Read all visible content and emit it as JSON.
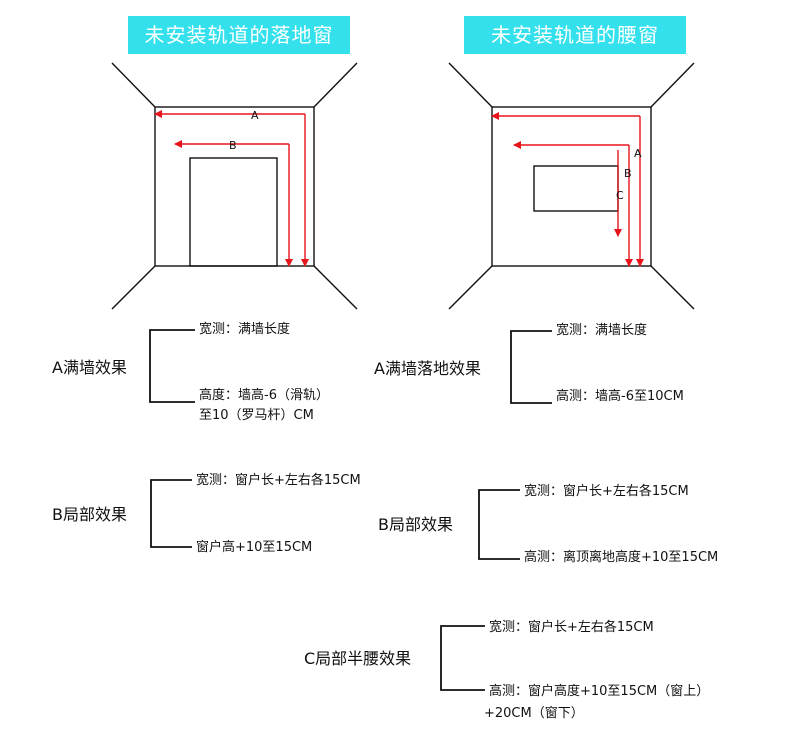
{
  "banners": {
    "left": "未安装轨道的落地窗",
    "right": "未安装轨道的腰窗"
  },
  "diagram_labels": {
    "left_a": "A",
    "left_b": "B",
    "right_a": "A",
    "right_b": "B",
    "right_c": "C"
  },
  "sections": {
    "a_full_wall": {
      "title": "A满墙效果",
      "width": "宽测：满墙长度",
      "height_line1": "高度：墙高-6（滑轨）",
      "height_line2": "至10（罗马杆）CM"
    },
    "a_full_wall_floor": {
      "title": "A满墙落地效果",
      "width": "宽测：满墙长度",
      "height": "高测：墙高-6至10CM"
    },
    "b_partial_left": {
      "title": "B局部效果",
      "width": "宽测：窗户长+左右各15CM",
      "height": "窗户高+10至15CM"
    },
    "b_partial_right": {
      "title": "B局部效果",
      "width": "宽测：窗户长+左右各15CM",
      "height": "高测：离顶离地高度+10至15CM"
    },
    "c_partial_half": {
      "title": "C局部半腰效果",
      "width": "宽测：窗户长+左右各15CM",
      "height_line1": "高测：窗户高度+10至15CM（窗上）",
      "height_line2": "+20CM（窗下）"
    }
  },
  "colors": {
    "banner_bg": "#34e0ec",
    "banner_text": "#ffffff",
    "arrow": "#e8141c",
    "line": "#111111"
  }
}
